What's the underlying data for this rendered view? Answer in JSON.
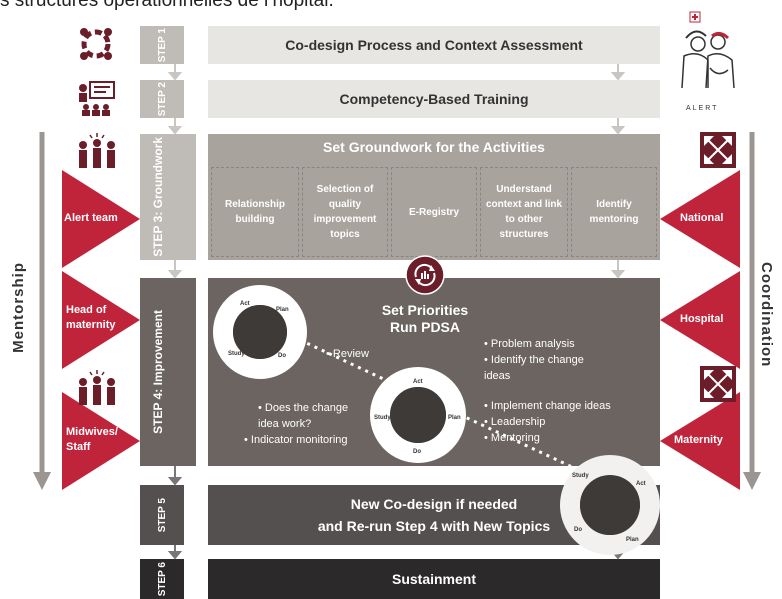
{
  "page_title": "s structures opérationnelles de l’hôpital.",
  "steps": [
    {
      "label": "STEP 1",
      "title": "Co-design Process and Context Assessment"
    },
    {
      "label": "STEP 2",
      "title": "Competency-Based Training"
    },
    {
      "label": "STEP 3: Groundwork",
      "title": "Set Groundwork for the Activities"
    },
    {
      "label": "STEP 4: Improvement",
      "title": "Set Priorities\nRun PDSA"
    },
    {
      "label": "STEP 5",
      "title": "New Co-design if needed\nand Re-run Step 4 with New Topics"
    },
    {
      "label": "STEP 6",
      "title": "Sustainment"
    }
  ],
  "groundwork_activities": [
    "Relationship building",
    "Selection of quality improvement topics",
    "E-Registry",
    "Understand context and link to other structures",
    "Identify mentoring"
  ],
  "left_labels": [
    "Alert team",
    "Head of maternity",
    "Midwives/ Staff"
  ],
  "right_labels": [
    "National",
    "Hospital",
    "Maternity"
  ],
  "left_axis": "Mentorship",
  "right_axis": "Coordination",
  "logo_caption": "ALERT",
  "pdsa_words": {
    "plan": "Plan",
    "do": "Do",
    "study": "Study",
    "act": "Act"
  },
  "notes": {
    "review": "• Review",
    "change_work": "• Does the change\n   idea work?",
    "indicator": "• Indicator monitoring",
    "analysis": "• Problem analysis\n• Identify the change\n   ideas",
    "implement": "• Implement change ideas\n• Leadership\n• Mentoring"
  },
  "colors": {
    "step_light": "#bfbbb6",
    "title_light": "#e8e6e3",
    "step3_title": "#a9a39e",
    "step4": "#6b6460",
    "step5": "#555050",
    "step6": "#2b2929",
    "accent_red": "#c0243a",
    "icon_dark": "#6b1e2a"
  }
}
